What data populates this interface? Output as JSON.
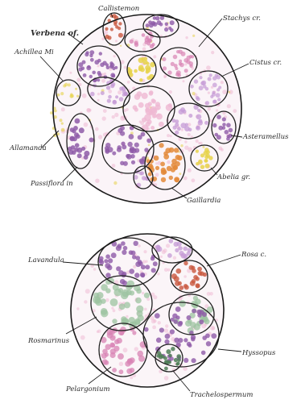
{
  "diagram": {
    "top_bed": {
      "labels": {
        "callistemon": "Callistemon",
        "stachys": "Stachys cr.",
        "verbena": "Verbena of.",
        "achillea": "Achillea Mi",
        "cistus": "Cistus cr.",
        "allamanda": "Allamanda",
        "asteramellus": "Asteramellus",
        "passiflora": "Passiflora in",
        "abelia": "Abelia gr.",
        "gaillardia": "Gaillardia"
      }
    },
    "bottom_bed": {
      "labels": {
        "lavandula": "Lavandula",
        "rosa": "Rosa c.",
        "rosmarinus": "Rosmarinus",
        "hyssopus": "Hyssopus",
        "pelargonium": "Pelargonium",
        "trachelospermum": "Trachelospermum"
      }
    }
  },
  "colors": {
    "purple": "#8e5aa8",
    "lilac": "#c49ad6",
    "pink": "#d883b4",
    "light_pink": "#efb8d2",
    "yellow": "#e6d24a",
    "orange": "#e38a3a",
    "red": "#c9573f",
    "green": "#9cc3a0",
    "dark_green": "#4f7e57",
    "outline": "#1f1f1f"
  }
}
